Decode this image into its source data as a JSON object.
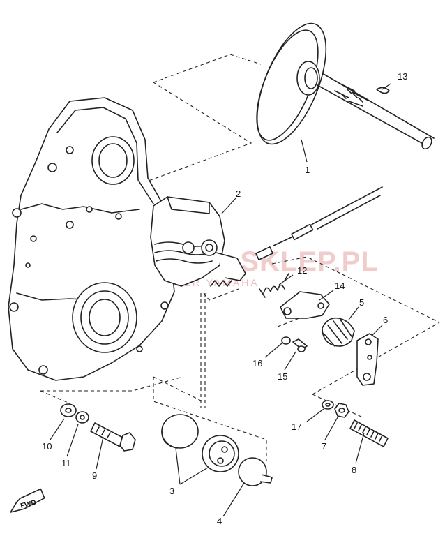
{
  "watermark": {
    "title": "-SKLEP.PL",
    "subtitle": "W                    EALER YAMAHA",
    "color": "#e6a3a6"
  },
  "fwd_label": "FWD",
  "callouts": [
    {
      "id": "1",
      "label": "1"
    },
    {
      "id": "2",
      "label": "2"
    },
    {
      "id": "3",
      "label": "3"
    },
    {
      "id": "4",
      "label": "4"
    },
    {
      "id": "5",
      "label": "5"
    },
    {
      "id": "6",
      "label": "6"
    },
    {
      "id": "7",
      "label": "7"
    },
    {
      "id": "8",
      "label": "8"
    },
    {
      "id": "9",
      "label": "9"
    },
    {
      "id": "10",
      "label": "10"
    },
    {
      "id": "11",
      "label": "11"
    },
    {
      "id": "12",
      "label": "12"
    },
    {
      "id": "13",
      "label": "13"
    },
    {
      "id": "14",
      "label": "14"
    },
    {
      "id": "15",
      "label": "15"
    },
    {
      "id": "16",
      "label": "16"
    },
    {
      "id": "17",
      "label": "17"
    }
  ]
}
